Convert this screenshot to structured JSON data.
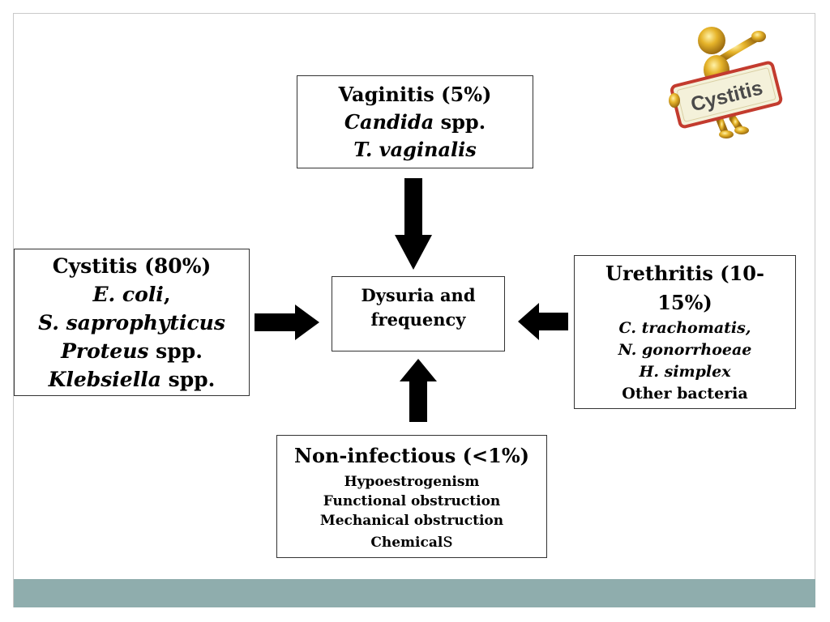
{
  "vaginitis": {
    "title": "Vaginitis (5%)",
    "line2_italic": "Candida",
    "line2_rest": " spp.",
    "line3": "T. vaginalis"
  },
  "cystitis": {
    "title": "Cystitis (80%)",
    "l2_italic": "E. coli",
    "l2_rest": ",",
    "l3": "S. saprophyticus",
    "l4_italic": "Proteus",
    "l4_rest": " spp.",
    "l5_italic": "Klebsiella",
    "l5_rest": " spp."
  },
  "center": {
    "line1": "Dysuria and",
    "line2": "frequency"
  },
  "urethritis": {
    "title_l1": "Urethritis (10-",
    "title_l2": "15%)",
    "l3": "C. trachomatis,",
    "l4": "N. gonorrhoeae",
    "l5": "H. simplex",
    "l6": "Other bacteria"
  },
  "noninfectious": {
    "title": "Non-infectious (<1%)",
    "items": [
      "Hypoestrogenism",
      "Functional obstruction",
      "Mechanical obstruction"
    ],
    "last_a": "Chemical",
    "last_b": "s"
  },
  "mascot": {
    "sign_text": "Cystitis"
  },
  "colors": {
    "footer": "#8fadad",
    "arrow": "#000000",
    "mascot_gold": "#e0a820",
    "sign_bg": "#f4f1da",
    "sign_border": "#c33b2e"
  }
}
